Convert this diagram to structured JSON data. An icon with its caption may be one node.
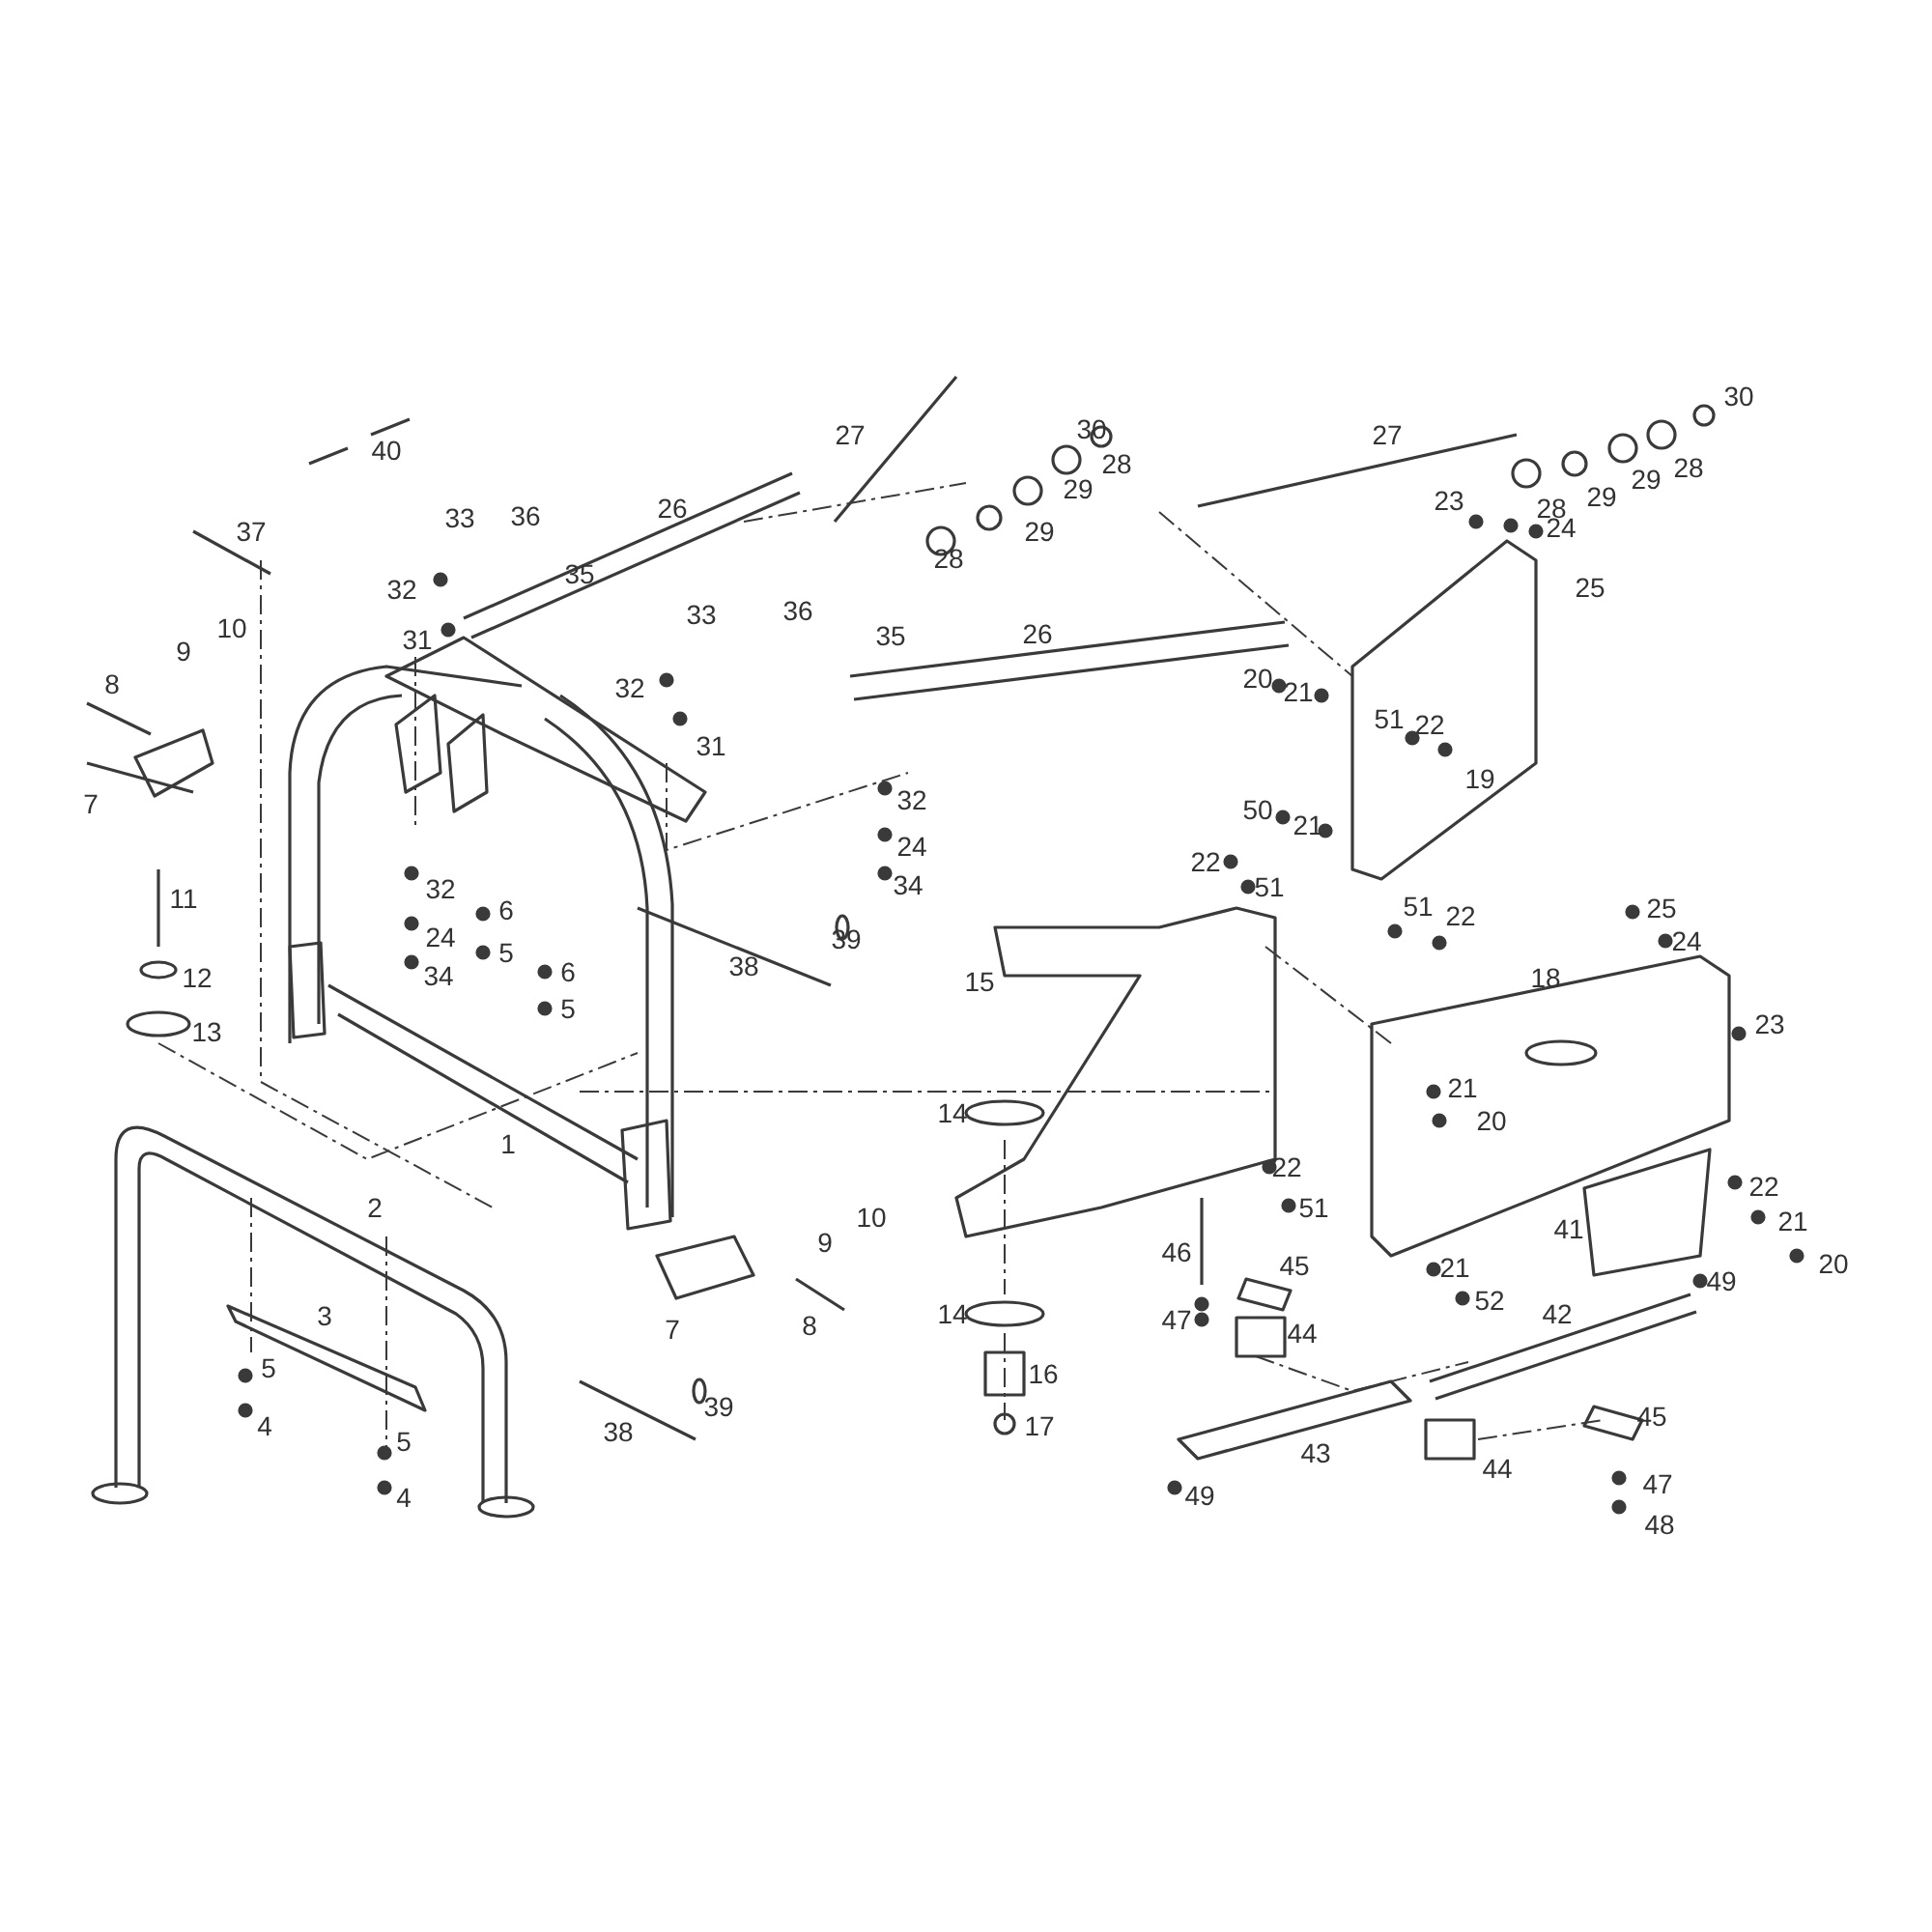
{
  "diagram": {
    "labels": [
      "40",
      "27",
      "30",
      "27",
      "28",
      "29",
      "29",
      "28",
      "30",
      "37",
      "33",
      "36",
      "26",
      "28",
      "29",
      "29",
      "28",
      "23",
      "24",
      "35",
      "33",
      "36",
      "35",
      "32",
      "25",
      "31",
      "10",
      "9",
      "8",
      "32",
      "31",
      "26",
      "20",
      "21",
      "51",
      "22",
      "7",
      "32",
      "19",
      "24",
      "34",
      "50",
      "21",
      "22",
      "51",
      "22",
      "51",
      "32",
      "11",
      "24",
      "6",
      "5",
      "34",
      "6",
      "5",
      "38",
      "39",
      "25",
      "24",
      "12",
      "13",
      "15",
      "18",
      "23",
      "14",
      "21",
      "20",
      "1",
      "2",
      "22",
      "22",
      "51",
      "41",
      "21",
      "20",
      "10",
      "9",
      "46",
      "45",
      "21",
      "52",
      "49",
      "7",
      "8",
      "14",
      "47",
      "44",
      "42",
      "16",
      "3",
      "5",
      "39",
      "4",
      "38",
      "17",
      "43",
      "45",
      "44",
      "5",
      "4",
      "49",
      "47",
      "48"
    ]
  }
}
